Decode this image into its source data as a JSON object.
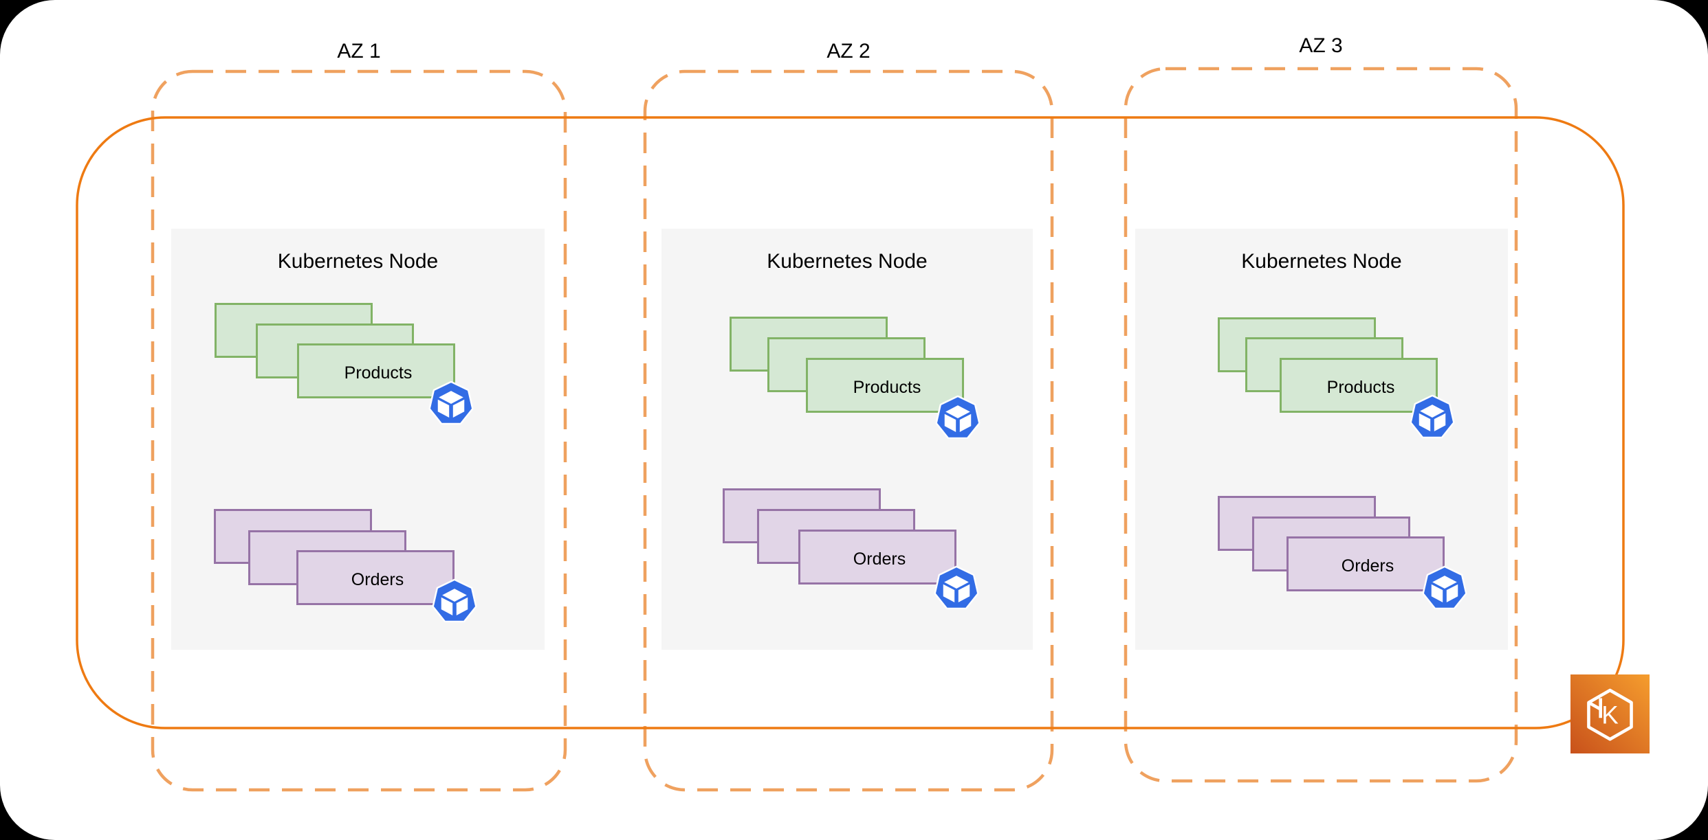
{
  "availability_zones": [
    {
      "label": "AZ 1",
      "node": {
        "title": "Kubernetes Node",
        "stacks": [
          {
            "label": "Products",
            "stacked_count": 3
          },
          {
            "label": "Orders",
            "stacked_count": 3
          }
        ]
      }
    },
    {
      "label": "AZ 2",
      "node": {
        "title": "Kubernetes Node",
        "stacks": [
          {
            "label": "Products",
            "stacked_count": 3
          },
          {
            "label": "Orders",
            "stacked_count": 3
          }
        ]
      }
    },
    {
      "label": "AZ 3",
      "node": {
        "title": "Kubernetes Node",
        "stacks": [
          {
            "label": "Products",
            "stacked_count": 3
          },
          {
            "label": "Orders",
            "stacked_count": 3
          }
        ]
      }
    }
  ],
  "icons": {
    "pod": "kubernetes-pod-icon",
    "eks": "amazon-eks-icon",
    "eks_letter": "K"
  },
  "colors": {
    "cluster_border": "#EE7A12",
    "az_border": "#EFA15F",
    "node_fill": "#F5F5F5",
    "products_fill": "#D5E8D4",
    "products_border": "#82B366",
    "orders_fill": "#E1D5E7",
    "orders_border": "#9673A6",
    "pod_blue": "#326CE5",
    "eks_gradient_start": "#C8511B",
    "eks_gradient_end": "#F59D2E"
  }
}
